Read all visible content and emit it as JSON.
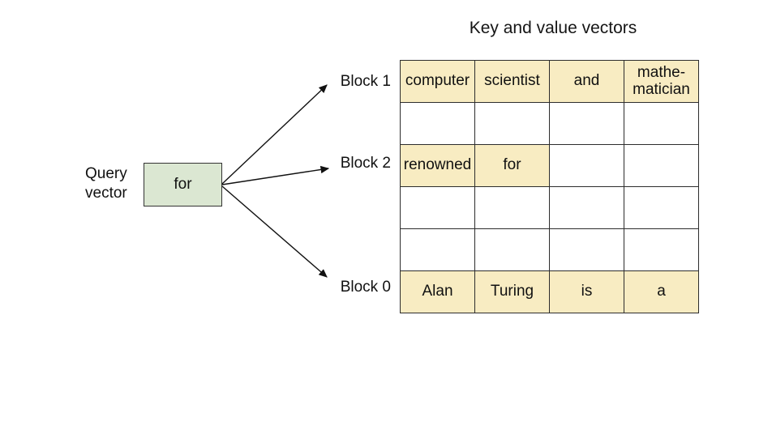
{
  "title": "Key and value vectors",
  "query_vector": {
    "label_lines": [
      "Query",
      "vector"
    ],
    "box_text": "for"
  },
  "blocks": [
    {
      "label": "Block 1",
      "row": 0
    },
    {
      "label": "Block 2",
      "row": 2
    },
    {
      "label": "Block 0",
      "row": 5
    }
  ],
  "table": {
    "columns": 4,
    "rows": [
      {
        "cells": [
          {
            "text": "computer",
            "highlighted": true
          },
          {
            "text": "scientist",
            "highlighted": true
          },
          {
            "text": "and",
            "highlighted": true
          },
          {
            "text": "mathe-\nmatician",
            "highlighted": true
          }
        ]
      },
      {
        "cells": [
          {
            "text": "",
            "highlighted": false
          },
          {
            "text": "",
            "highlighted": false
          },
          {
            "text": "",
            "highlighted": false
          },
          {
            "text": "",
            "highlighted": false
          }
        ]
      },
      {
        "cells": [
          {
            "text": "renowned",
            "highlighted": true
          },
          {
            "text": "for",
            "highlighted": true
          },
          {
            "text": "",
            "highlighted": false
          },
          {
            "text": "",
            "highlighted": false
          }
        ]
      },
      {
        "cells": [
          {
            "text": "",
            "highlighted": false
          },
          {
            "text": "",
            "highlighted": false
          },
          {
            "text": "",
            "highlighted": false
          },
          {
            "text": "",
            "highlighted": false
          }
        ]
      },
      {
        "cells": [
          {
            "text": "",
            "highlighted": false
          },
          {
            "text": "",
            "highlighted": false
          },
          {
            "text": "",
            "highlighted": false
          },
          {
            "text": "",
            "highlighted": false
          }
        ]
      },
      {
        "cells": [
          {
            "text": "Alan",
            "highlighted": true
          },
          {
            "text": "Turing",
            "highlighted": true
          },
          {
            "text": "is",
            "highlighted": true
          },
          {
            "text": "a",
            "highlighted": true
          }
        ]
      }
    ]
  },
  "colors": {
    "cell_highlight": "#f8ecc2",
    "query_box_fill": "#dbe7d2",
    "table_border": "#2d2d2d",
    "arrow": "#111111",
    "background": "#ffffff"
  }
}
